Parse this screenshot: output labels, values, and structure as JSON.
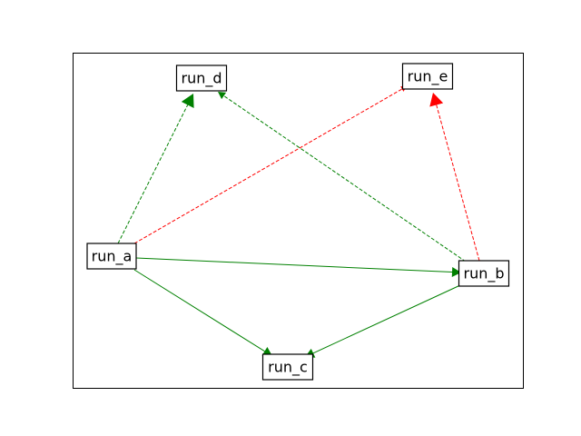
{
  "nodes": [
    {
      "id": "run_a",
      "label": "run_a"
    },
    {
      "id": "run_b",
      "label": "run_b"
    },
    {
      "id": "run_c",
      "label": "run_c"
    },
    {
      "id": "run_d",
      "label": "run_d"
    },
    {
      "id": "run_e",
      "label": "run_e"
    }
  ],
  "edges": [
    {
      "from": "run_a",
      "to": "run_b",
      "style": "solid",
      "color": "#008000"
    },
    {
      "from": "run_a",
      "to": "run_c",
      "style": "solid",
      "color": "#008000"
    },
    {
      "from": "run_b",
      "to": "run_c",
      "style": "solid",
      "color": "#008000"
    },
    {
      "from": "run_a",
      "to": "run_d",
      "style": "dashed",
      "color": "#008000"
    },
    {
      "from": "run_b",
      "to": "run_d",
      "style": "dashed",
      "color": "#008000"
    },
    {
      "from": "run_a",
      "to": "run_e",
      "style": "dashed",
      "color": "#ff0000"
    },
    {
      "from": "run_b",
      "to": "run_e",
      "style": "dashed",
      "color": "#ff0000"
    }
  ],
  "colors": {
    "green": "#008000",
    "red": "#ff0000"
  }
}
